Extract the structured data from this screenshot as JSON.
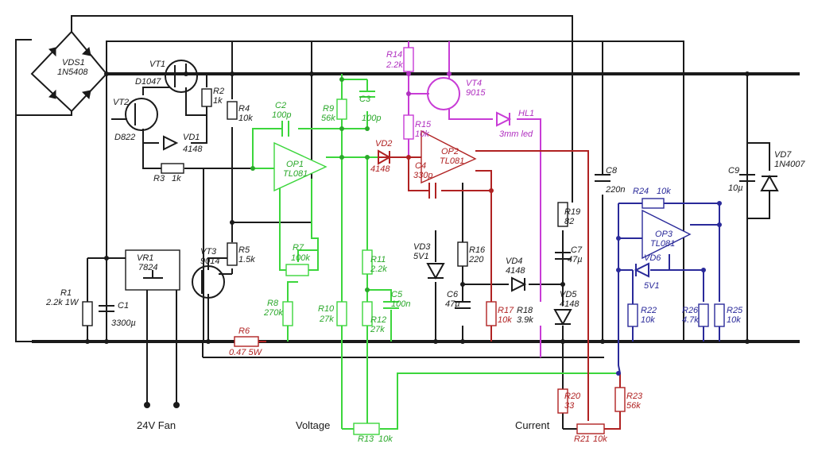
{
  "colors": {
    "black": "#1a1a1a",
    "green": "#3cd63c",
    "red": "#b02222",
    "magenta": "#c83cd6",
    "blue": "#2a2a9a"
  },
  "components": {
    "vds1": {
      "name": "VDS1",
      "value": "1N5408"
    },
    "vt1": {
      "name": "VT1",
      "value": "D1047"
    },
    "vt2": {
      "name": "VT2",
      "value": "D822"
    },
    "vt3": {
      "name": "VT3",
      "value": "9014"
    },
    "vt4": {
      "name": "VT4",
      "value": "9015"
    },
    "r1": {
      "name": "R1",
      "value": "2.2k 1W"
    },
    "r2": {
      "name": "R2",
      "value": "1k"
    },
    "r3": {
      "name": "R3",
      "value": "1k"
    },
    "r4": {
      "name": "R4",
      "value": "10k"
    },
    "r5": {
      "name": "R5",
      "value": "1.5k"
    },
    "r6": {
      "name": "R6",
      "value": "0.47 5W"
    },
    "r7": {
      "name": "R7",
      "value": "100k"
    },
    "r8": {
      "name": "R8",
      "value": "270k"
    },
    "r9": {
      "name": "R9",
      "value": "56k"
    },
    "r10": {
      "name": "R10",
      "value": "27k"
    },
    "r11": {
      "name": "R11",
      "value": "2.2k"
    },
    "r12": {
      "name": "R12",
      "value": "27k"
    },
    "r13": {
      "name": "R13",
      "value": "10k"
    },
    "r14": {
      "name": "R14",
      "value": "2.2k"
    },
    "r15": {
      "name": "R15",
      "value": "10k"
    },
    "r16": {
      "name": "R16",
      "value": "220"
    },
    "r17": {
      "name": "R17",
      "value": "10k"
    },
    "r18": {
      "name": "R18",
      "value": "3.9k"
    },
    "r19": {
      "name": "R19",
      "value": "82"
    },
    "r20": {
      "name": "R20",
      "value": "33"
    },
    "r21": {
      "name": "R21",
      "value": "10k"
    },
    "r22": {
      "name": "R22",
      "value": "10k"
    },
    "r23": {
      "name": "R23",
      "value": "56k"
    },
    "r24": {
      "name": "R24",
      "value": "10k"
    },
    "r25": {
      "name": "R25",
      "value": "10k"
    },
    "r26": {
      "name": "R26",
      "value": "4.7k"
    },
    "c1": {
      "name": "C1",
      "value": "3300µ"
    },
    "c2": {
      "name": "C2",
      "value": "100p"
    },
    "c3": {
      "name": "C3",
      "value": "100p"
    },
    "c4": {
      "name": "C4",
      "value": "330p"
    },
    "c5": {
      "name": "C5",
      "value": "100n"
    },
    "c6": {
      "name": "C6",
      "value": "47µ"
    },
    "c7": {
      "name": "C7",
      "value": "47µ"
    },
    "c8": {
      "name": "C8",
      "value": "220n"
    },
    "c9": {
      "name": "C9",
      "value": "10µ"
    },
    "vd1": {
      "name": "VD1",
      "value": "4148"
    },
    "vd2": {
      "name": "VD2",
      "value": "4148"
    },
    "vd3": {
      "name": "VD3",
      "value": "5V1"
    },
    "vd4": {
      "name": "VD4",
      "value": "4148"
    },
    "vd5": {
      "name": "VD5",
      "value": "4148"
    },
    "vd6": {
      "name": "VD6",
      "value": "5V1"
    },
    "vd7": {
      "name": "VD7",
      "value": "1N4007"
    },
    "hl1": {
      "name": "HL1",
      "value": "3mm led"
    },
    "op1": {
      "name": "OP1",
      "value": "TL081"
    },
    "op2": {
      "name": "OP2",
      "value": "TL081"
    },
    "op3": {
      "name": "OP3",
      "value": "TL081"
    },
    "vr1": {
      "name": "VR1",
      "value": "7824"
    }
  },
  "labels": {
    "fan": "24V Fan",
    "voltage": "Voltage",
    "current": "Current"
  }
}
